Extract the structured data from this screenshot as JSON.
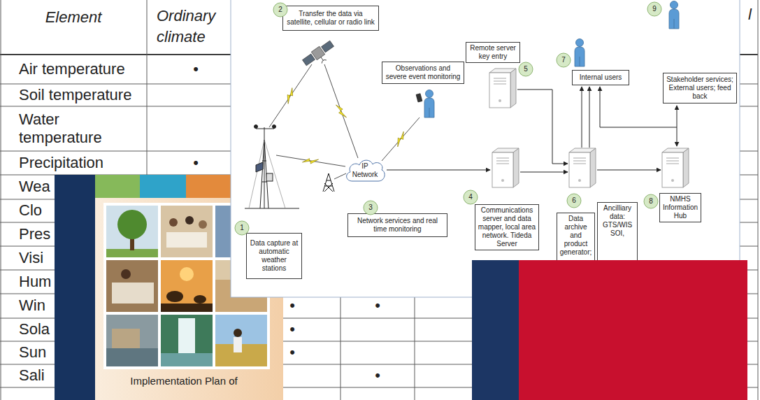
{
  "diagram": {
    "nodes": [
      {
        "text": [
          "2"
        ]
      },
      {
        "text": [
          "Transfer the data via satellite, cellular or radio link"
        ]
      },
      {
        "text": [
          "9"
        ]
      },
      {
        "text": [
          "Stakeholder services; External users; feed back"
        ]
      },
      {
        "text": [
          "Remote server key entry"
        ]
      },
      {
        "text": [
          "5"
        ]
      },
      {
        "text": [
          "7"
        ]
      },
      {
        "text": [
          "Internal users"
        ]
      },
      {
        "text": [
          "Observations and severe event monitoring"
        ]
      },
      {
        "text": [
          "IP Network"
        ]
      },
      {
        "text": [
          "4"
        ]
      },
      {
        "text": [
          "Communications server and data mapper, local area network. Tideda Server"
        ]
      },
      {
        "text": [
          "6"
        ]
      },
      {
        "text": [
          "Data archive and product generator;"
        ]
      },
      {
        "text": [
          "Ancilliary data: GTS/WIS SOI,"
        ]
      },
      {
        "text": [
          "8"
        ]
      },
      {
        "text": [
          "NMHS Information Hub"
        ]
      },
      {
        "text": [
          "3"
        ]
      },
      {
        "text": [
          "Network services and real time monitoring"
        ]
      },
      {
        "text": [
          "1"
        ]
      },
      {
        "text": [
          "Data capture at automatic weather stations"
        ]
      }
    ],
    "labels": [
      "Element",
      "Ordinary climate",
      "l",
      "Air temperature",
      "•",
      "Soil temperature",
      "Water temperature",
      "Precipitation",
      "•",
      "Wea",
      "Clo",
      "Pres",
      "Visi",
      "Hum",
      "Win",
      "•",
      "•",
      "Sola",
      "•",
      "Sun",
      "•",
      "Sali",
      "•",
      "Implementation Plan of"
    ]
  }
}
